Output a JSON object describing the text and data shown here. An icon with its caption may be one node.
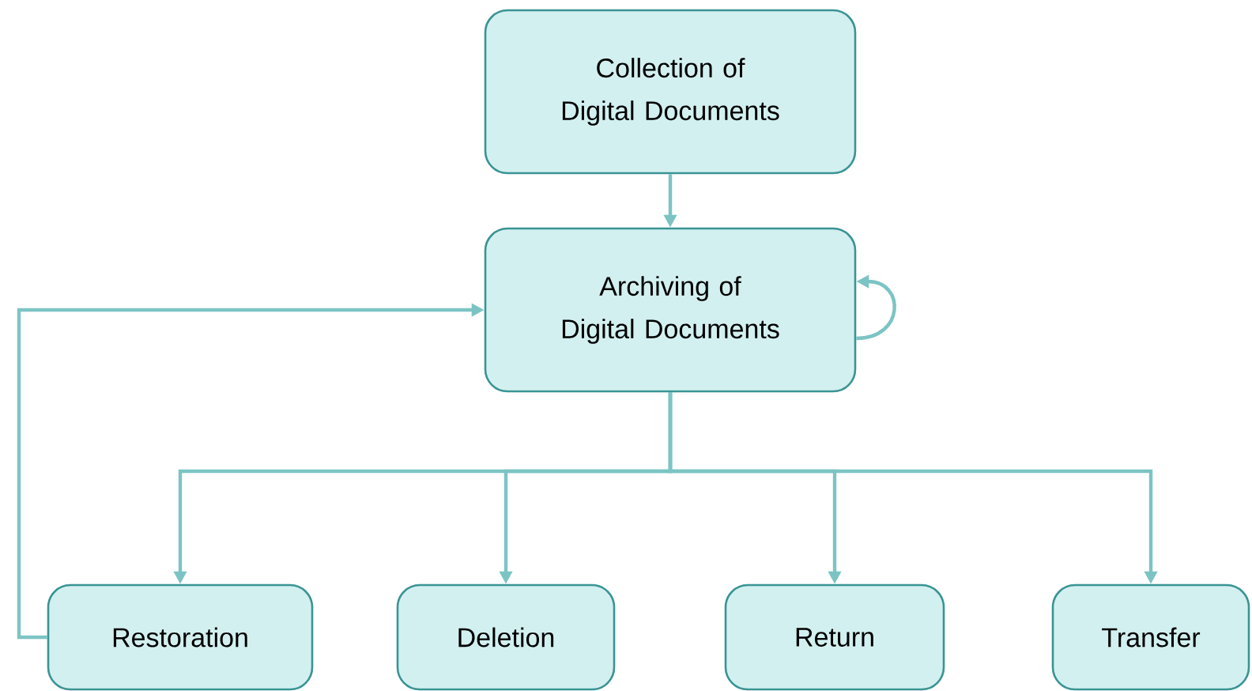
{
  "diagram": {
    "nodes": [
      {
        "text": [
          "Collection of Digital Documents"
        ]
      },
      {
        "text": [
          "Archiving of Digital Documents"
        ]
      },
      {
        "text": [
          "Restoration"
        ]
      },
      {
        "text": [
          "Deletion"
        ]
      },
      {
        "text": [
          "Return"
        ]
      },
      {
        "text": [
          "Transfer"
        ]
      }
    ],
    "edges": [
      {
        "from": 0,
        "to": 1,
        "arrow": "to"
      },
      {
        "from": 1,
        "to": 1,
        "arrow": "to"
      },
      {
        "from": 1,
        "to": 2,
        "arrow": "to"
      },
      {
        "from": 1,
        "to": 3,
        "arrow": "to"
      },
      {
        "from": 1,
        "to": 4,
        "arrow": "to"
      },
      {
        "from": 1,
        "to": 5,
        "arrow": "to"
      },
      {
        "from": 2,
        "to": 1,
        "arrow": "to"
      }
    ]
  }
}
